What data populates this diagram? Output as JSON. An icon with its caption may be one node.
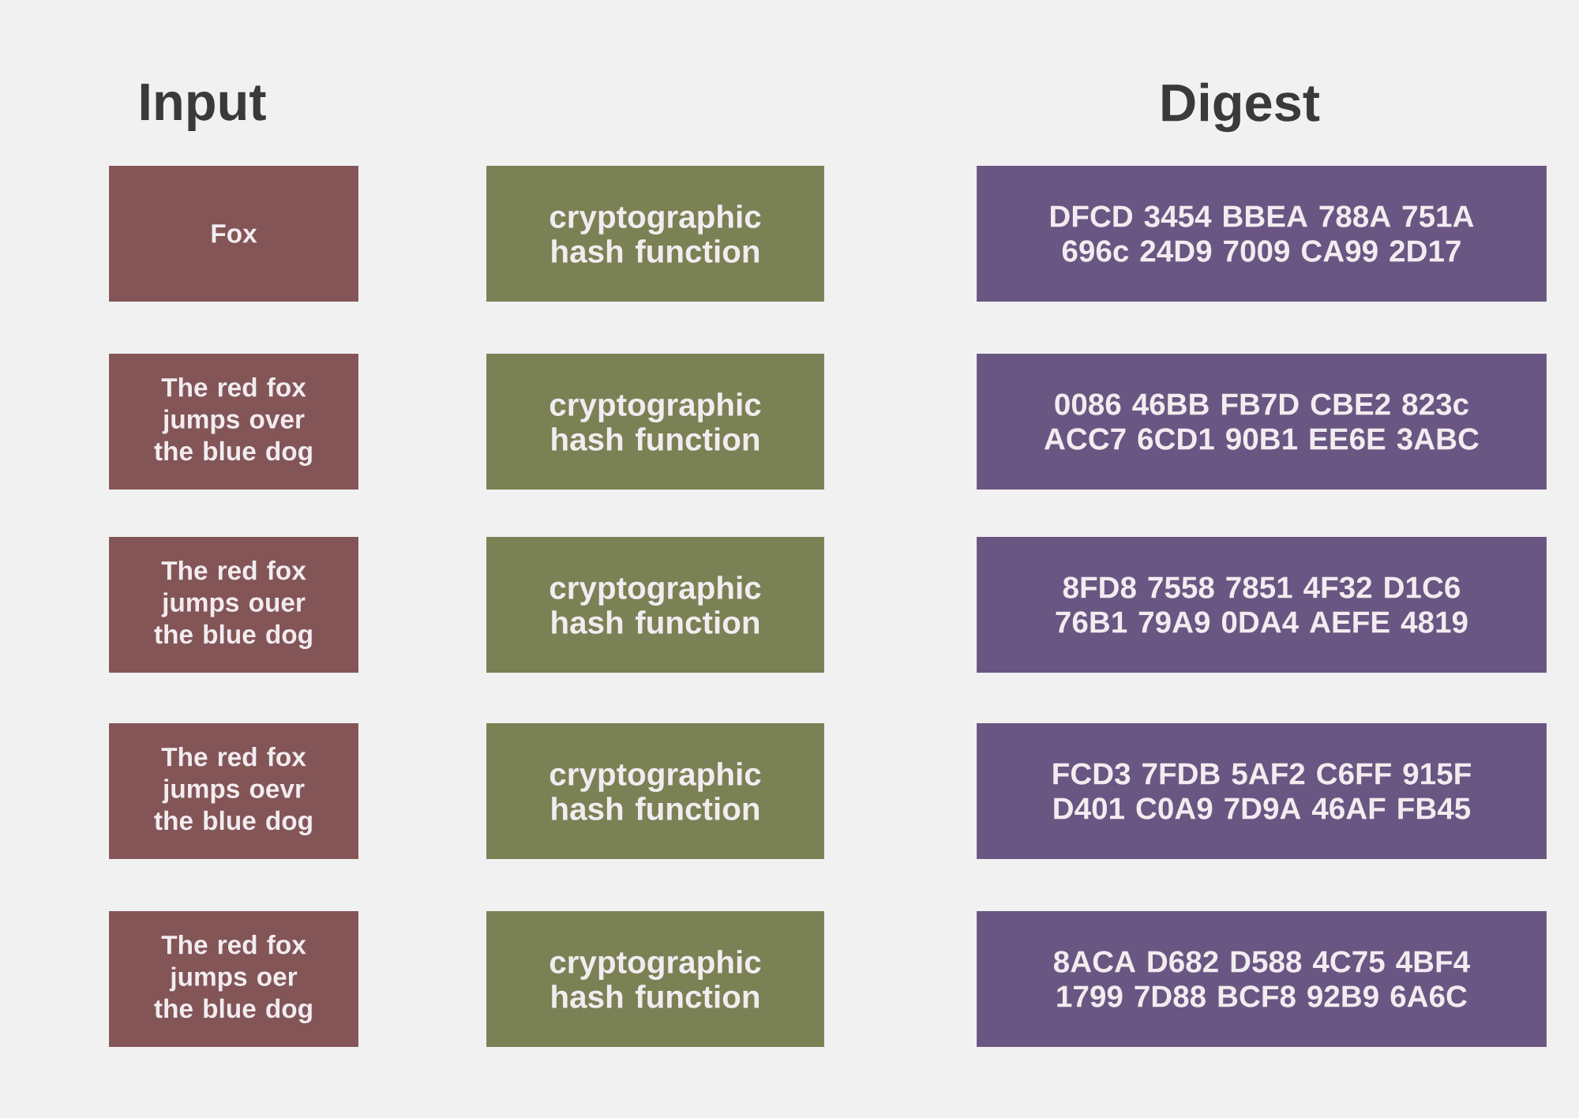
{
  "diagram": {
    "nodes": [
      {
        "text": [
          "Fox"
        ]
      },
      {
        "text": [
          "cryptographic hash function"
        ]
      },
      {
        "text": [
          "DFCD 3454 BBEA 788A 751A 696c 24D9 7009 CA99 2D17"
        ]
      },
      {
        "text": [
          "The red fox jumps over the blue dog"
        ]
      },
      {
        "text": [
          "cryptographic hash function"
        ]
      },
      {
        "text": [
          "0086 46BB FB7D CBE2 823c ACC7 6CD1 90B1 EE6E 3ABC"
        ]
      },
      {
        "text": [
          "The red fox jumps ouer the blue dog"
        ]
      },
      {
        "text": [
          "cryptographic hash function"
        ]
      },
      {
        "text": [
          "8FD8 7558 7851 4F32 D1C6 76B1 79A9 0DA4 AEFE 4819"
        ]
      },
      {
        "text": [
          "The red fox jumps oevr the blue dog"
        ]
      },
      {
        "text": [
          "cryptographic hash function"
        ]
      },
      {
        "text": [
          "FCD3 7FDB 5AF2 C6FF 915F D401 C0A9 7D9A 46AF FB45"
        ]
      },
      {
        "text": [
          "The red fox jumps oer the blue dog"
        ]
      },
      {
        "text": [
          "cryptographic hash function"
        ]
      },
      {
        "text": [
          "8ACA D682 D588 4C75 4BF4 1799 7D88 BCF8 92B9 6A6C"
        ]
      }
    ],
    "labels": [
      "Input",
      "Digest"
    ]
  }
}
